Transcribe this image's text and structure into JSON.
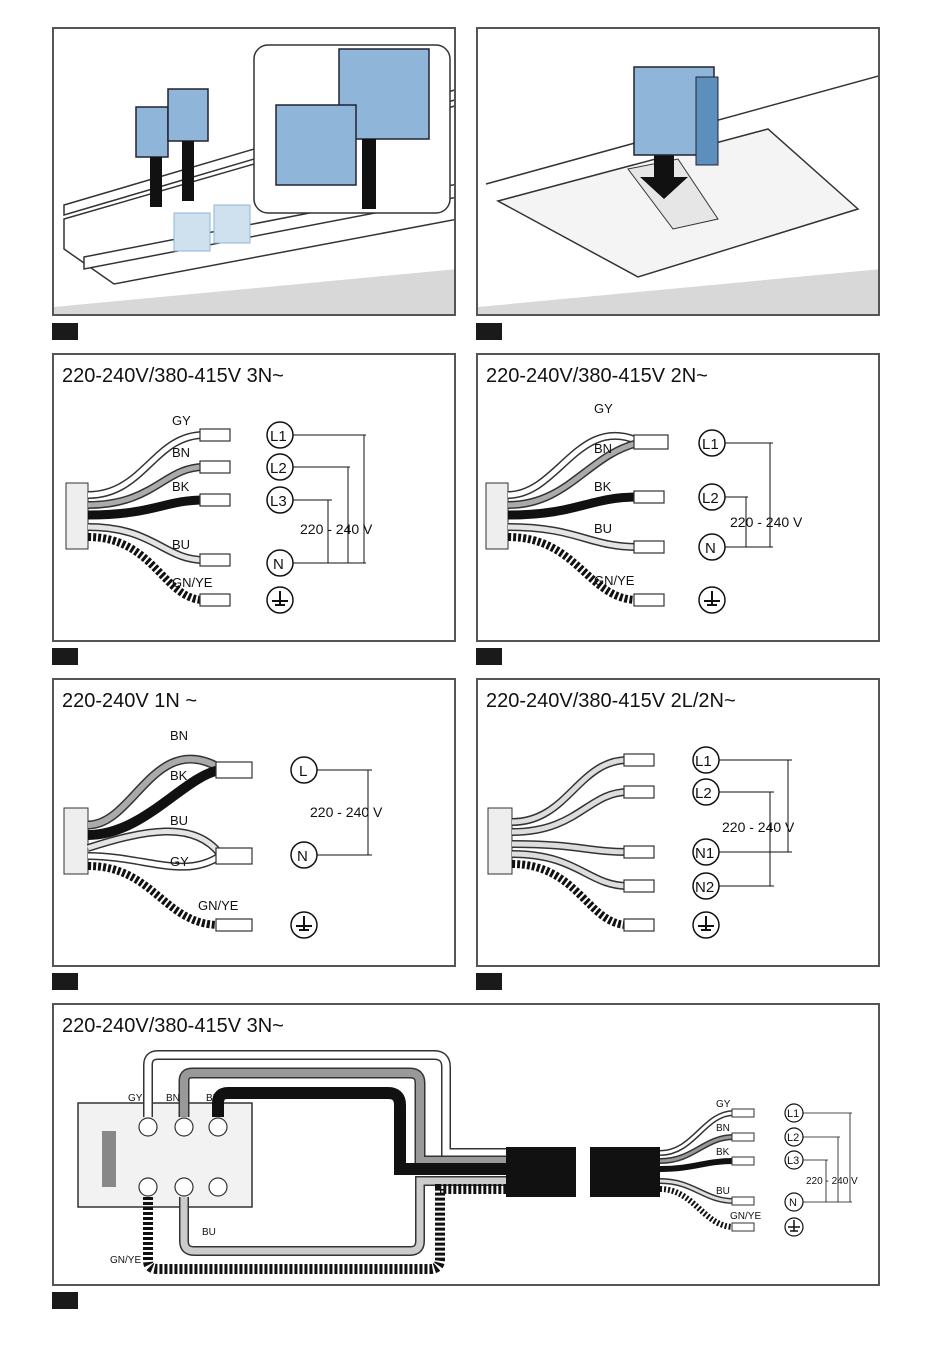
{
  "panels": {
    "p3": {
      "title": "220-240V/380-415V 3N~",
      "wires": [
        "GY",
        "BN",
        "BK",
        "BU",
        "GN/YE"
      ],
      "terminals": [
        "L1",
        "L2",
        "L3",
        "N"
      ],
      "voltage": "220 - 240 V"
    },
    "p4": {
      "title": "220-240V/380-415V 2N~",
      "wires": [
        "GY",
        "BN",
        "BK",
        "BU",
        "GN/YE"
      ],
      "terminals": [
        "L1",
        "L2",
        "N"
      ],
      "voltage": "220 - 240 V"
    },
    "p5": {
      "title": "220-240V 1N ~",
      "wires": [
        "BN",
        "BK",
        "BU",
        "GY",
        "GN/YE"
      ],
      "terminals": [
        "L",
        "N"
      ],
      "voltage": "220 - 240 V"
    },
    "p6": {
      "title": "220-240V/380-415V 2L/2N~",
      "terminals": [
        "L1",
        "L2",
        "N1",
        "N2"
      ],
      "voltage": "220 - 240 V"
    },
    "p7": {
      "title": "220-240V/380-415V 3N~",
      "block_wires": [
        "GY",
        "BN",
        "BK",
        "BU",
        "GN/YE"
      ],
      "wires": [
        "GY",
        "BN",
        "BK",
        "BU",
        "GN/YE"
      ],
      "terminals": [
        "L1",
        "L2",
        "L3",
        "N"
      ],
      "voltage": "220 - 240 V"
    }
  },
  "colors": {
    "frame": "#555555",
    "filter_blue": "#8fb6d9",
    "tag": "#1a1a1a"
  },
  "icons": [
    "ground-icon"
  ]
}
